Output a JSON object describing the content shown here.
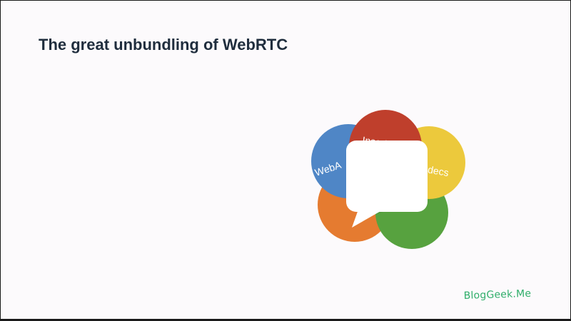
{
  "slide": {
    "title": "The great unbundling of WebRTC"
  },
  "logo": {
    "petals": [
      {
        "name": "webassembly",
        "label": "WebA",
        "color": "#4f86c6"
      },
      {
        "name": "insertable-streams",
        "label": "Insertable",
        "color": "#bf3f2c"
      },
      {
        "name": "codecs",
        "label": "Codecs",
        "color": "#ecc93c"
      },
      {
        "name": "orange",
        "label": "",
        "color": "#e57b30"
      },
      {
        "name": "green",
        "label": "",
        "color": "#57a23f"
      }
    ],
    "bubble_color": "#ffffff"
  },
  "footer": {
    "brand": "BlogGeek.Me"
  }
}
